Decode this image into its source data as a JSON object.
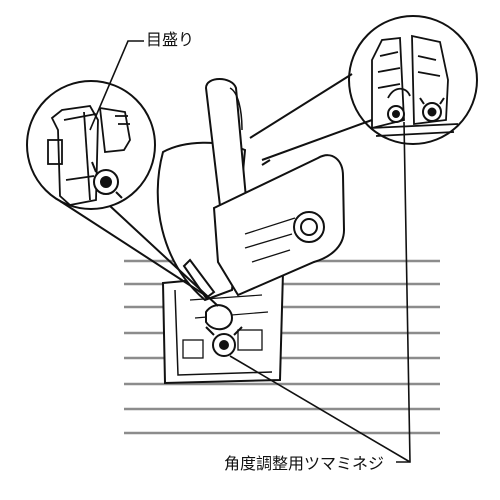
{
  "labels": {
    "scale_marks": "目盛り",
    "angle_adjust_knob_screw": "角度調整用ツマミネジ"
  },
  "colors": {
    "line": "#111111",
    "gray_line": "#8c8c8c",
    "fill": "#ffffff"
  },
  "icons": {
    "tool": "circular-saw-illustration",
    "zoom": "magnified-detail-circle"
  }
}
